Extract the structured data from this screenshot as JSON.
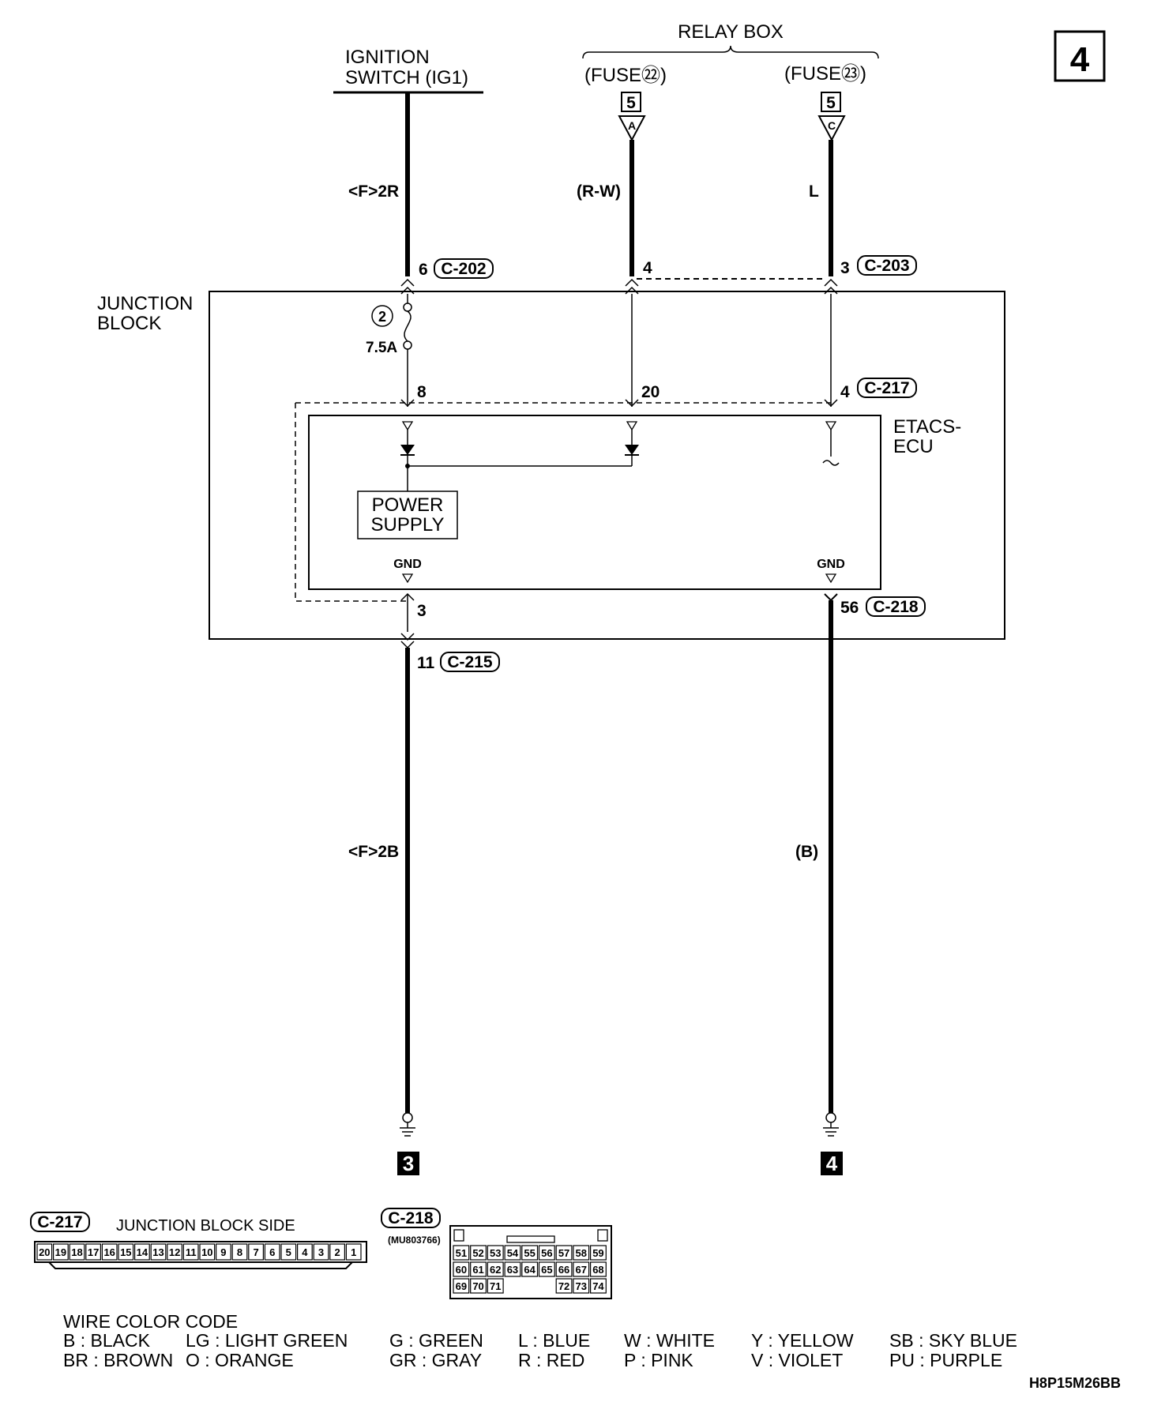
{
  "page_number": "4",
  "sources": {
    "ignition": {
      "line1": "IGNITION",
      "line2": "SWITCH (IG1)"
    },
    "relay_box": {
      "label": "RELAY BOX",
      "fuse_a": "(FUSE㉒)",
      "fuse_b": "(FUSE㉓)",
      "conn_a_num": "5",
      "conn_a_letter": "A",
      "conn_c_num": "5",
      "conn_c_letter": "C"
    }
  },
  "wires": {
    "top_left_color": "<F>2R",
    "top_mid_color": "(R-W)",
    "top_right_color": "L",
    "bottom_left_color": "<F>2B",
    "bottom_right_color": "(B)"
  },
  "connectors": {
    "top": {
      "c202_pin": "6",
      "c202": "C-202",
      "mid_pin": "4",
      "c203_pin": "3",
      "c203": "C-203"
    },
    "c217": {
      "pin_left": "8",
      "pin_mid": "20",
      "pin_right": "4",
      "label": "C-217"
    },
    "bottom": {
      "pin_left_inner": "3",
      "c218_pin": "56",
      "c218": "C-218",
      "c215_pin": "11",
      "c215": "C-215"
    }
  },
  "junction_block": {
    "line1": "JUNCTION",
    "line2": "BLOCK",
    "fuse_number": "2",
    "fuse_rating": "7.5A"
  },
  "etacs": {
    "line1": "ETACS-",
    "line2": "ECU",
    "power_supply_line1": "POWER",
    "power_supply_line2": "SUPPLY",
    "gnd_label": "GND"
  },
  "grounds": {
    "left": "3",
    "right": "4"
  },
  "connector_faces": {
    "c217": {
      "label": "C-217",
      "side": "JUNCTION BLOCK SIDE",
      "pins": [
        "20",
        "19",
        "18",
        "17",
        "16",
        "15",
        "14",
        "13",
        "12",
        "11",
        "10",
        "9",
        "8",
        "7",
        "6",
        "5",
        "4",
        "3",
        "2",
        "1"
      ]
    },
    "c218": {
      "label": "C-218",
      "part_number": "(MU803766)",
      "rows": [
        [
          "51",
          "52",
          "53",
          "54",
          "55",
          "56",
          "57",
          "58",
          "59"
        ],
        [
          "60",
          "61",
          "62",
          "63",
          "64",
          "65",
          "66",
          "67",
          "68"
        ],
        [
          "69",
          "70",
          "71",
          "",
          "",
          "",
          "72",
          "73",
          "74"
        ]
      ]
    }
  },
  "wire_color_code": {
    "title": "WIRE COLOR CODE",
    "rows": [
      [
        "B : BLACK",
        "LG : LIGHT GREEN",
        "G : GREEN",
        "L : BLUE",
        "W : WHITE",
        "Y : YELLOW",
        "SB : SKY BLUE"
      ],
      [
        "BR : BROWN",
        "O : ORANGE",
        "GR : GRAY",
        "R : RED",
        "P : PINK",
        "V : VIOLET",
        "PU : PURPLE"
      ]
    ]
  },
  "figure_code": "H8P15M26BB"
}
